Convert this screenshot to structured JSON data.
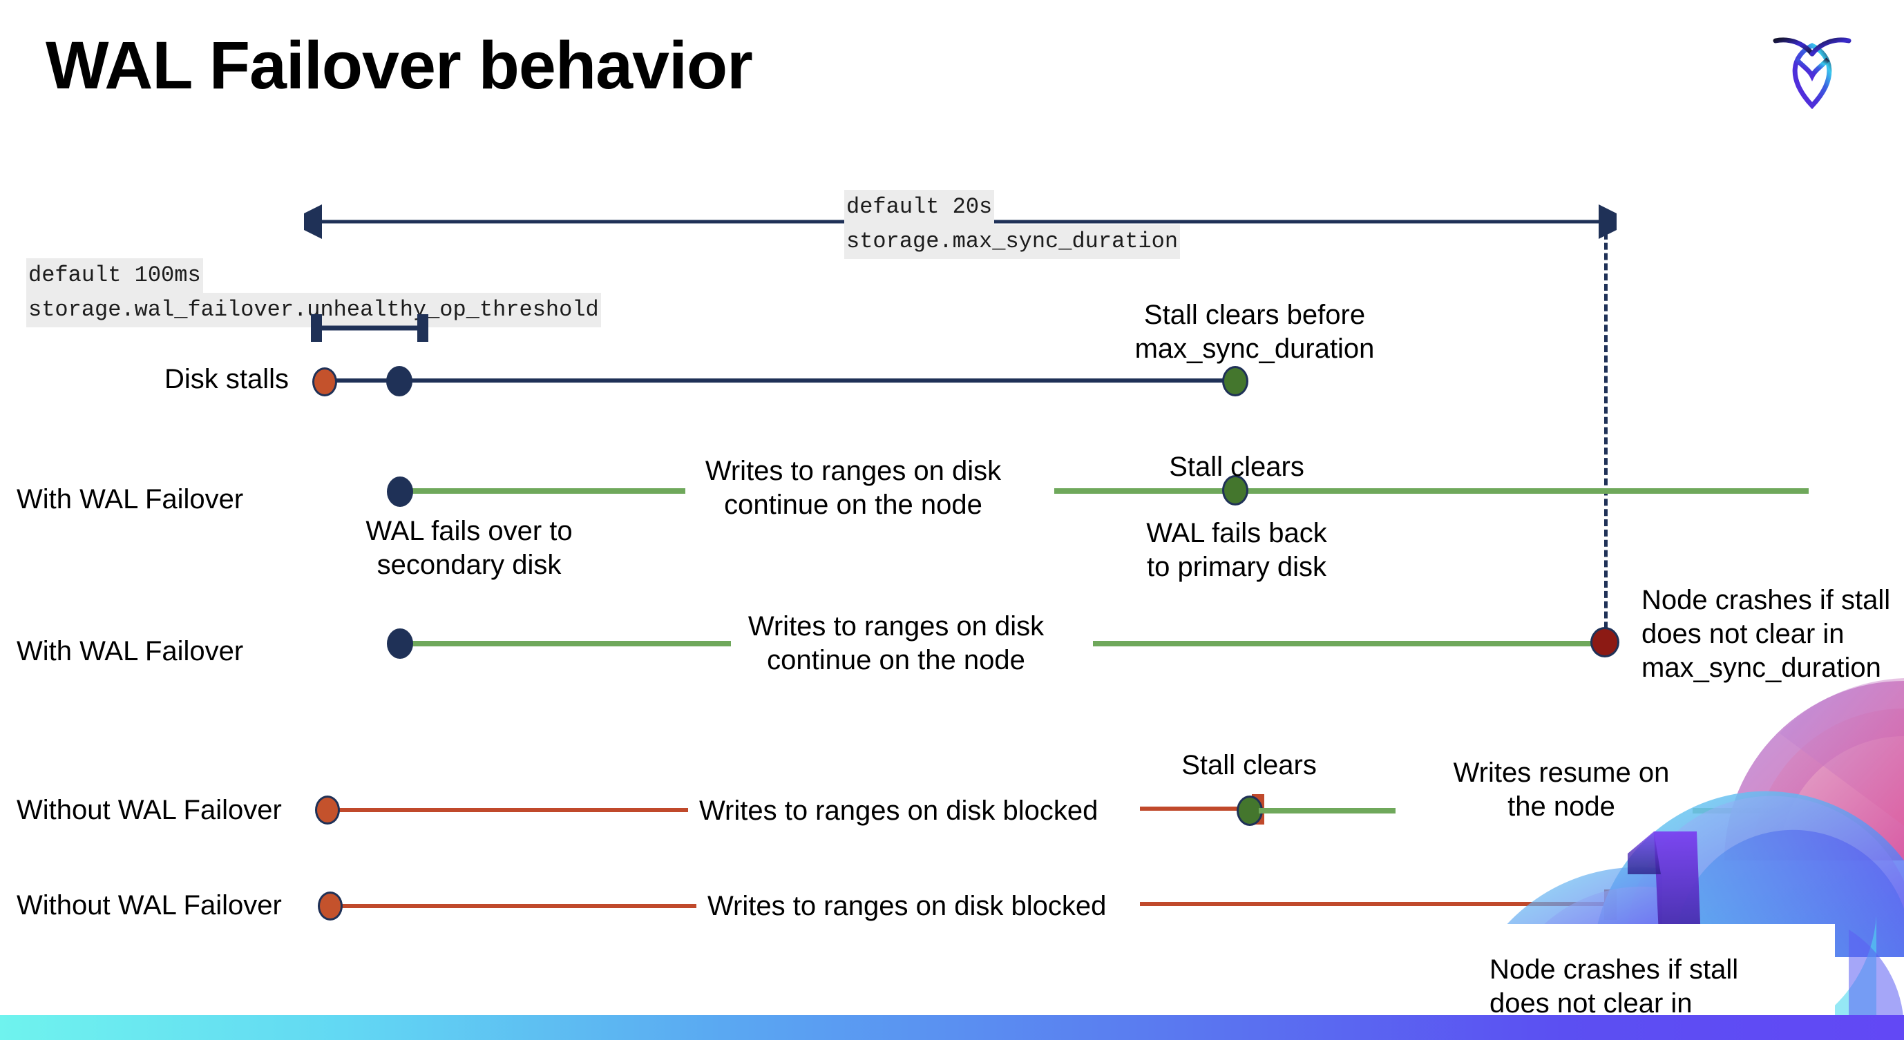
{
  "slide": {
    "title": "WAL Failover behavior",
    "logo_name": "cockroachdb-logo"
  },
  "colors": {
    "navy": "#1f3157",
    "green_line": "#6fa85b",
    "green_dot": "#44762d",
    "red_line": "#c0492b",
    "orange_dot": "#c4522c",
    "dark_red_dot": "#8c1a14",
    "tag_background": "#ececec",
    "bar_gradient_start": "#6ff3ee",
    "bar_gradient_end": "#6248f5"
  },
  "annotations": {
    "max_sync": {
      "default_label": "default 20s",
      "setting_label": "storage.max_sync_duration"
    },
    "unhealthy_op": {
      "default_label": "default 100ms",
      "setting_label": "storage.wal_failover.unhealthy_op_threshold"
    }
  },
  "rows": [
    {
      "id": "disk-stalls",
      "label": "Disk stalls",
      "notes": [
        "Stall clears before\nmax_sync_duration"
      ]
    },
    {
      "id": "with-wal-failover-1",
      "label": "With WAL Failover",
      "notes": [
        "WAL fails over to\nsecondary disk",
        "Writes to ranges on disk\ncontinue on the node",
        "Stall clears",
        "WAL fails  back\nto primary disk"
      ]
    },
    {
      "id": "with-wal-failover-2",
      "label": "With WAL Failover",
      "notes": [
        "Writes to ranges on disk\ncontinue on the node",
        "Node crashes if stall\ndoes not clear in\nmax_sync_duration"
      ]
    },
    {
      "id": "without-wal-failover-1",
      "label": "Without WAL Failover",
      "notes": [
        "Writes to ranges on disk  blocked",
        "Stall clears",
        "Writes resume on\nthe node"
      ]
    },
    {
      "id": "without-wal-failover-2",
      "label": "Without WAL Failover",
      "notes": [
        "Writes to ranges on disk  blocked",
        "Node crashes if stall\ndoes not clear in\nmax_sync_duration"
      ]
    }
  ]
}
